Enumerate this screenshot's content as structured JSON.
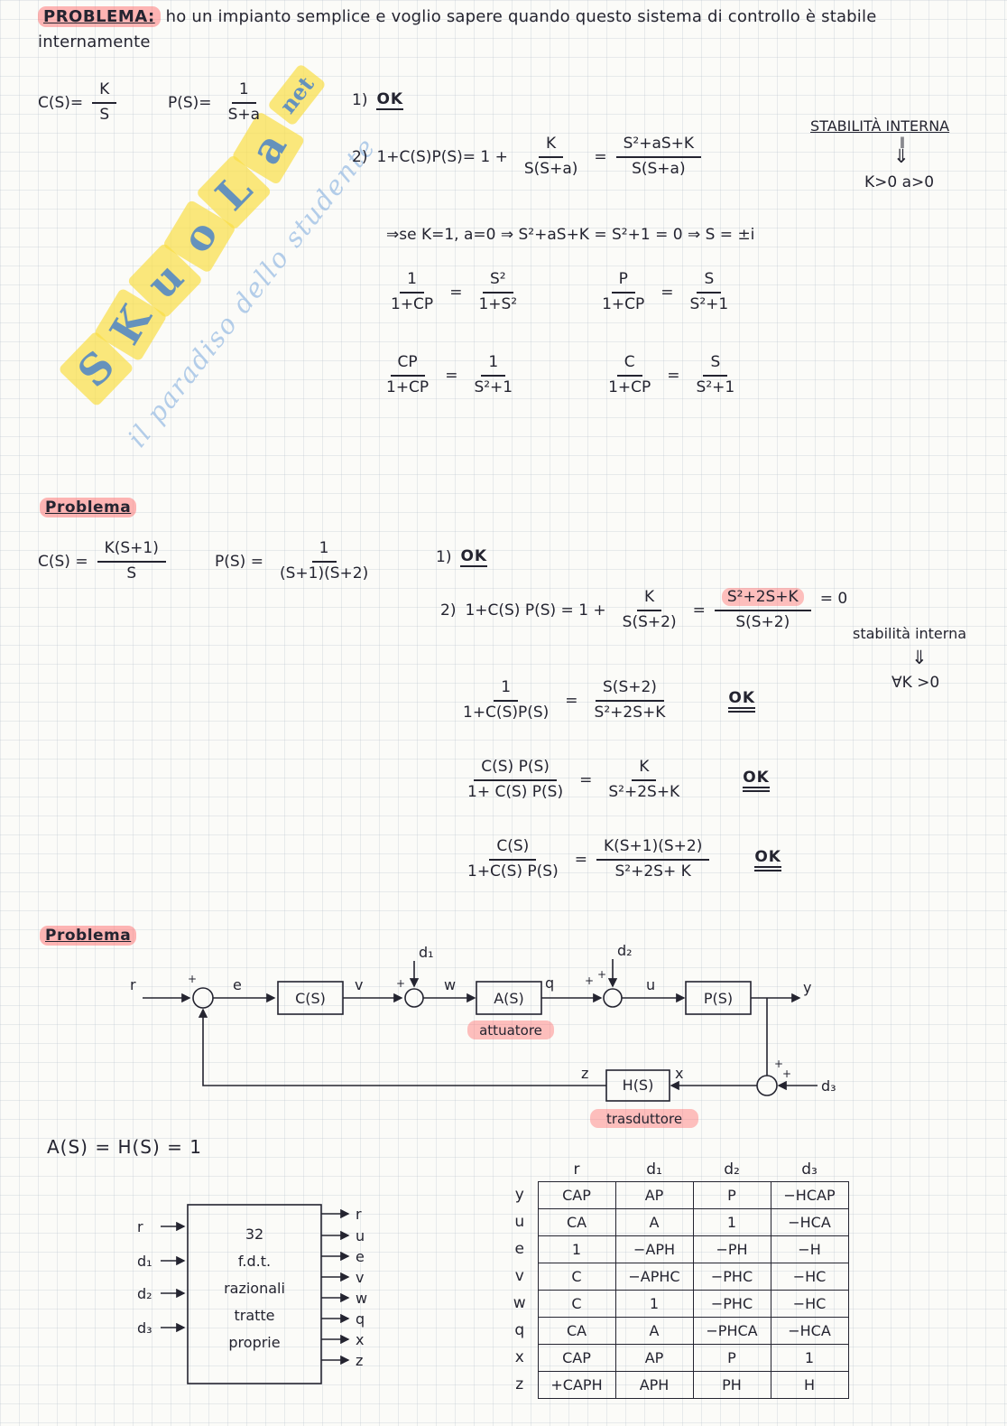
{
  "watermark": {
    "letters": [
      "S",
      "K",
      "u",
      "o",
      "L",
      "a"
    ],
    "suffix": "net",
    "tagline": "il paradiso dello studente"
  },
  "header": {
    "label": "PROBLEMA:",
    "line1": "ho un impianto semplice e voglio sapere quando questo sistema di controllo è stabile",
    "line2": "internamente"
  },
  "p1": {
    "cs_lhs": "C(S)=",
    "cs_num": "K",
    "cs_den": "S",
    "ps_lhs": "P(S)=",
    "ps_num": "1",
    "ps_den": "S+a",
    "step1_no": "1)",
    "step1_ok": "OK",
    "step2_no": "2)",
    "step2_lhs": "1+C(S)P(S)= 1 +",
    "step2_f1_num": "K",
    "step2_f1_den": "S(S+a)",
    "eq": "=",
    "step2_f2_num": "S²+aS+K",
    "step2_f2_den": "S(S+a)",
    "stab_title": "STABILITÀ INTERNA",
    "stab_eq": "‖",
    "stab_arrow": "⇓",
    "stab_cond": "K>0  a>0",
    "line3": "⇒se  K=1, a=0      ⇒  S²+aS+K = S²+1 = 0   ⇒ S = ±i",
    "g1_num": "1",
    "g1_den": "1+CP",
    "g1b_num": "S²",
    "g1b_den": "1+S²",
    "g2_num": "P",
    "g2_den": "1+CP",
    "g2b_num": "S",
    "g2b_den": "S²+1",
    "g3_num": "CP",
    "g3_den": "1+CP",
    "g3b_num": "1",
    "g3b_den": "S²+1",
    "g4_num": "C",
    "g4_den": "1+CP",
    "g4b_num": "S",
    "g4b_den": "S²+1"
  },
  "p2": {
    "title": "Problema",
    "cs_lhs": "C(S) =",
    "cs_num": "K(S+1)",
    "cs_den": "S",
    "ps_lhs": "P(S) =",
    "ps_num": "1",
    "ps_den": "(S+1)(S+2)",
    "step1_no": "1)",
    "step1_ok": "OK",
    "step2_no": "2)",
    "step2_lhs": "1+C(S) P(S) =  1 +",
    "f1_num": "K",
    "f1_den": "S(S+2)",
    "eq": "=",
    "f2_num": "S²+2S+K",
    "f2_den": "S(S+2)",
    "eq0": "= 0",
    "stab_note": "stabilità interna",
    "stab_arrow": "⇓",
    "stab_cond": "∀K >0",
    "g1_num": "1",
    "g1_den": "1+C(S)P(S)",
    "g1b_num": "S(S+2)",
    "g1b_den": "S²+2S+K",
    "g1_ok": "OK",
    "g2_num": "C(S) P(S)",
    "g2_den": "1+ C(S) P(S)",
    "g2b_num": "K",
    "g2b_den": "S²+2S+K",
    "g2_ok": "OK",
    "g3_num": "C(S)",
    "g3_den": "1+C(S) P(S)",
    "g3b_num": "K(S+1)(S+2)",
    "g3b_den": "S²+2S+ K",
    "g3_ok": "OK"
  },
  "p3": {
    "title": "Problema",
    "d": {
      "r": "r",
      "e": "e",
      "v": "v",
      "w": "w",
      "q": "q",
      "u": "u",
      "y": "y",
      "d1": "d₁",
      "d2": "d₂",
      "d3": "d₃",
      "x": "x",
      "z": "z",
      "plus": "+",
      "c_box": "C(S)",
      "a_box": "A(S)",
      "p_box": "P(S)",
      "h_box": "H(S)",
      "attuatore": "attuatore",
      "trasduttore": "trasduttore"
    },
    "assumption": "A(S) = H(S) = 1",
    "block": {
      "inputs": [
        "r",
        "d₁",
        "d₂",
        "d₃"
      ],
      "lines": [
        "32",
        "f.d.t.",
        "razionali",
        "tratte",
        "proprie"
      ],
      "outputs": [
        "r",
        "u",
        "e",
        "v",
        "w",
        "q",
        "x",
        "z"
      ]
    },
    "table": {
      "col_headers": [
        "r",
        "d₁",
        "d₂",
        "d₃"
      ],
      "row_labels": [
        "y",
        "u",
        "e",
        "v",
        "w",
        "q",
        "x",
        "z"
      ],
      "cells": [
        [
          "CAP",
          "AP",
          "P",
          "−HCAP"
        ],
        [
          "CA",
          "A",
          "1",
          "−HCA"
        ],
        [
          "1",
          "−APH",
          "−PH",
          "−H"
        ],
        [
          "C",
          "−APHC",
          "−PHC",
          "−HC"
        ],
        [
          "C",
          "1",
          "−PHC",
          "−HC"
        ],
        [
          "CA",
          "A",
          "−PHCA",
          "−HCA"
        ],
        [
          "CAP",
          "AP",
          "P",
          "1"
        ],
        [
          "+CAPH",
          "APH",
          "PH",
          "H"
        ]
      ]
    }
  }
}
